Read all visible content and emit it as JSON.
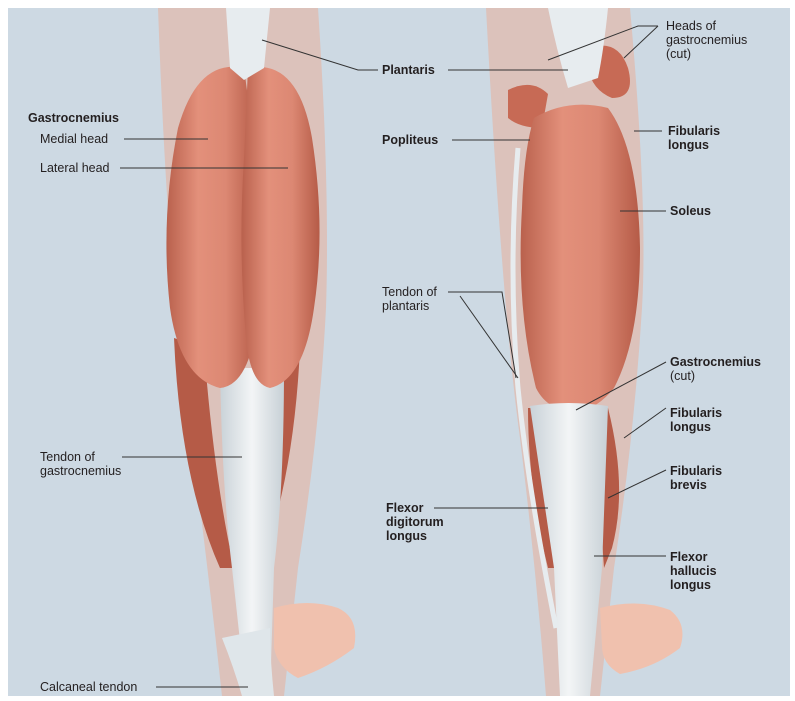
{
  "colors": {
    "background": "#cdd9e3",
    "muscle": "#d9826d",
    "muscle_dark": "#b55b47",
    "tendon": "#e7ecef",
    "skin": "#f0c1ae",
    "leader_line": "#333333"
  },
  "left_figure": {
    "gastrocnemius_heading": "Gastrocnemius",
    "medial_head": "Medial head",
    "lateral_head": "Lateral head",
    "tendon_of_gastrocnemius": "Tendon of\ngastrocnemius",
    "calcaneal_tendon": "Calcaneal tendon"
  },
  "center_labels": {
    "plantaris": "Plantaris",
    "popliteus": "Popliteus",
    "tendon_of_plantaris": "Tendon of\nplantaris",
    "flexor_digitorum_longus": "Flexor\ndigitorum\nlongus"
  },
  "right_figure": {
    "heads_of_gastrocnemius": "Heads of\ngastrocnemius\n(cut)",
    "fibularis_longus_upper": "Fibularis\nlongus",
    "soleus": "Soleus",
    "gastrocnemius_cut_name": "Gastrocnemius",
    "gastrocnemius_cut_note": "(cut)",
    "fibularis_longus_lower": "Fibularis\nlongus",
    "fibularis_brevis": "Fibularis\nbrevis",
    "flexor_hallucis_longus": "Flexor\nhallucis\nlongus"
  }
}
